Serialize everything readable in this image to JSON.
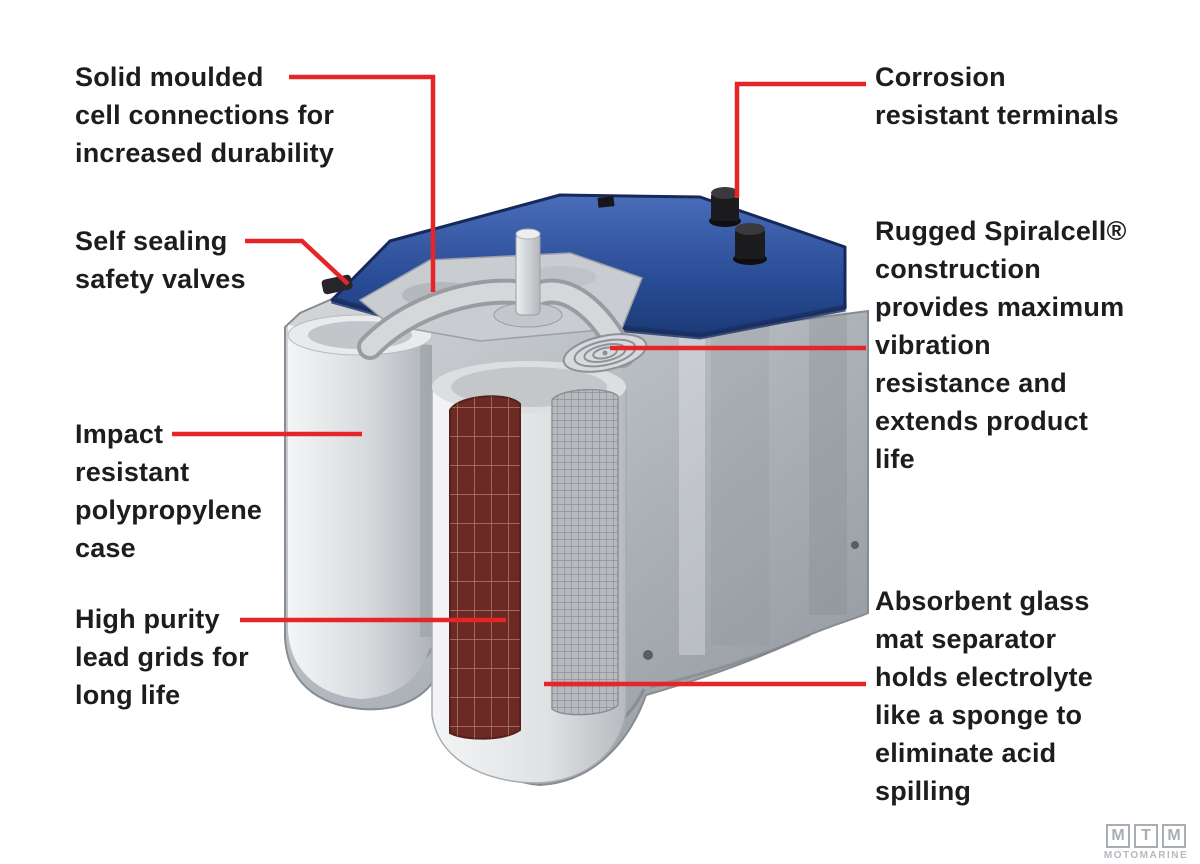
{
  "diagram_title": "Spiral-cell battery cutaway with feature callouts",
  "labels": {
    "solid_moulded": {
      "lines": [
        "Solid moulded",
        "cell connections for",
        "increased durability"
      ]
    },
    "corrosion": {
      "lines": [
        "Corrosion",
        "resistant terminals"
      ]
    },
    "valves": {
      "lines": [
        "Self sealing",
        "safety valves"
      ]
    },
    "spiralcell": {
      "lines": [
        "Rugged Spiralcell®",
        "construction",
        "provides maximum",
        "vibration",
        "resistance and",
        "extends product",
        "life"
      ]
    },
    "impact": {
      "lines": [
        "Impact",
        "resistant",
        "polypropylene",
        "case"
      ]
    },
    "leadgrids": {
      "lines": [
        "High purity",
        "lead grids for",
        "long life"
      ]
    },
    "absorbent": {
      "lines": [
        "Absorbent glass",
        "mat separator",
        "holds electrolyte",
        "like a sponge to",
        "eliminate acid",
        "spilling"
      ]
    }
  },
  "watermark": {
    "letters": [
      "M",
      "T",
      "M"
    ],
    "subtitle": "MOTOMARINE"
  },
  "colors": {
    "leader_line": "#e52528",
    "label_text": "#1d1d1f",
    "battery_top_blue": "#2a4c97",
    "case_gray": "#a9aeb4",
    "lead_grid_maroon": "#6d2a24",
    "separator_gray": "#b7babe",
    "terminal_black": "#1c1c1e",
    "watermark_gray": "#a9aeb4"
  }
}
